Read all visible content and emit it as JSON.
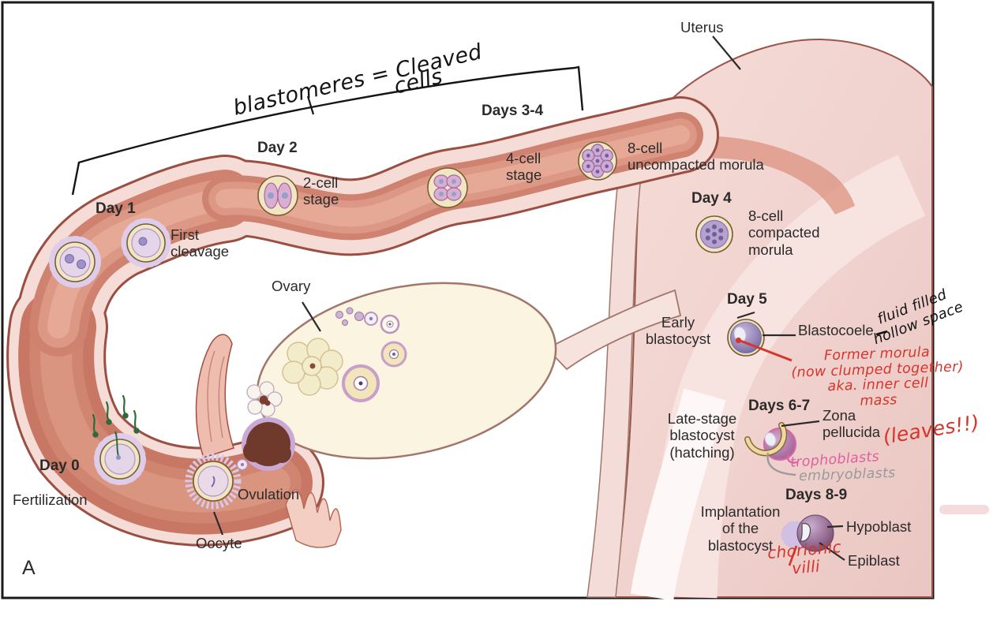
{
  "figure": {
    "panel": "A",
    "printed_labels": {
      "uterus": "Uterus",
      "ovary": "Ovary",
      "ovulation": "Ovulation",
      "oocyte": "Oocyte",
      "day0": "Day 0",
      "fertilization": "Fertilization",
      "day1": "Day 1",
      "first_cleavage": "First\ncleavage",
      "day2": "Day 2",
      "two_cell": "2-cell\nstage",
      "days34": "Days 3-4",
      "four_cell": "4-cell\nstage",
      "eight_cell_uncompacted": "8-cell\nuncompacted morula",
      "day4": "Day 4",
      "eight_cell_compacted": "8-cell\ncompacted\nmorula",
      "day5": "Day 5",
      "blastocoele": "Blastocoele",
      "early_blastocyst": "Early\nblastocyst",
      "days67": "Days 6-7",
      "zona_pellucida": "Zona\npellucida",
      "late_blastocyst": "Late-stage\nblastocyst\n(hatching)",
      "days89": "Days 8-9",
      "implantation": "Implantation\nof the\nblastocyst",
      "hypoblast": "Hypoblast",
      "epiblast": "Epiblast"
    },
    "handwritten_notes": {
      "blastomeres_line1": "blastomeres = Cleaved",
      "blastomeres_line2": "cells",
      "blastocoele_note": "fluid filled\nhollow space",
      "former_morula": "Former morula\n(now clumped together)\naka. inner cell\nmass",
      "leaves": "(leaves!!)",
      "trophoblasts": "trophoblasts",
      "embryoblasts": "embryoblasts",
      "chorionic_villi": "chorionic\nvilli"
    },
    "ink_colors": {
      "black": "#141414",
      "red": "#d5352b",
      "pink": "#e0609f",
      "gray": "#9a9a9a"
    },
    "anatomy_colors": {
      "tube_wall": "#f6dcd6",
      "tube_channel": "#d78c79",
      "tube_outline": "#9a4f42",
      "uterus_fill": "#f1d4d0",
      "ovary_fill": "#faf4e0",
      "zona_ring": "#f1e6c4",
      "cell_fill": "#e4d5e9",
      "sperm_green": "#2f6b3a"
    }
  }
}
